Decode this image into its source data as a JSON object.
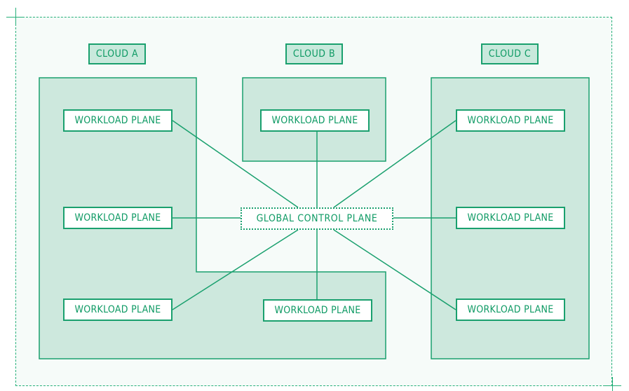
{
  "clouds": {
    "a": {
      "label": "CLOUD A"
    },
    "b": {
      "label": "CLOUD B"
    },
    "c": {
      "label": "CLOUD C"
    }
  },
  "control_plane": {
    "label": "GLOBAL CONTROL PLANE"
  },
  "workload_planes": [
    {
      "label": "WORKLOAD PLANE"
    },
    {
      "label": "WORKLOAD PLANE"
    },
    {
      "label": "WORKLOAD PLANE"
    },
    {
      "label": "WORKLOAD PLANE"
    },
    {
      "label": "WORKLOAD PLANE"
    },
    {
      "label": "WORKLOAD PLANE"
    },
    {
      "label": "WORKLOAD PLANE"
    },
    {
      "label": "WORKLOAD PLANE"
    }
  ],
  "colors": {
    "accent": "#1aa06e",
    "region_fill": "#cde8dd",
    "frame_fill": "#f6fbf9"
  }
}
